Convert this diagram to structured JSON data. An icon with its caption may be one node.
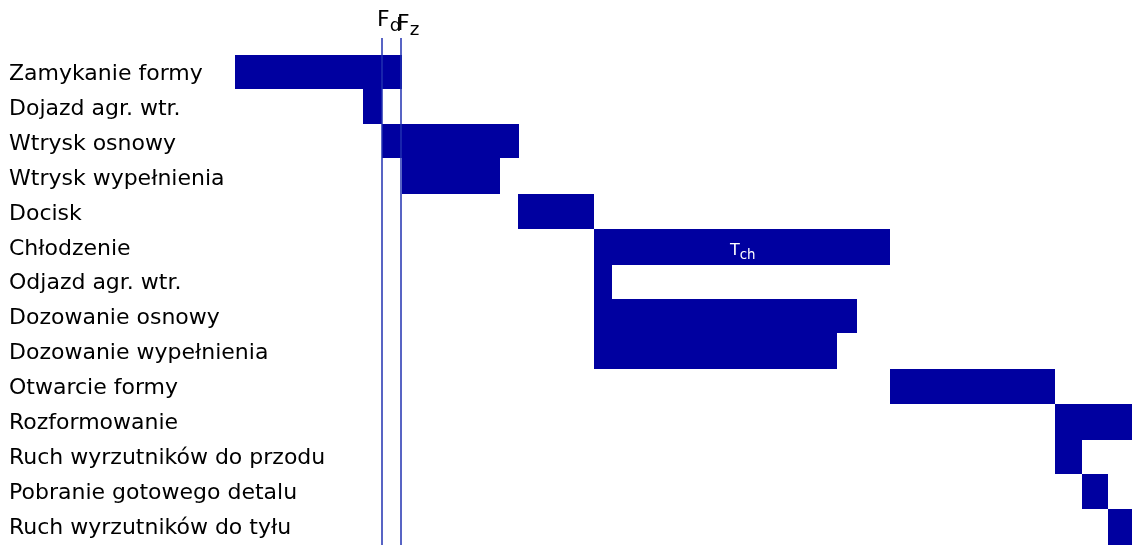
{
  "diagram": {
    "labels": [
      "F$_{d}$",
      "F$_{z}$",
      "Zamykanie formy",
      "Dojazd agr. wtr.",
      "Wtrysk osnowy",
      "Wtrysk wypełnienia",
      "Docisk",
      "Chłodzenie",
      "T$_{ch}$",
      "Odjazd agr. wtr.",
      "Dozowanie osnowy",
      "Dozowanie wypełnienia",
      "Otwarcie formy",
      "Rozformowanie",
      "Ruch wyrzutników do przodu",
      "Pobranie gotowego detalu",
      "Ruch wyrzutników do tyłu"
    ]
  }
}
